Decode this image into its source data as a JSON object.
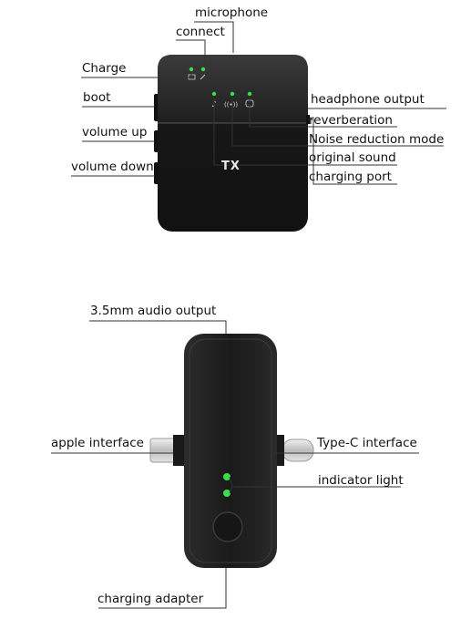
{
  "transmitter": {
    "tx_mark": "TX",
    "labels": {
      "microphone": "microphone",
      "connect": "connect",
      "charge": "Charge",
      "boot": "boot",
      "volume_up": "volume up",
      "volume_down": "volume down",
      "headphone_output": "headphone output",
      "reverberation": "reverberation",
      "noise_reduction": "Noise reduction mode",
      "original_sound": "original sound",
      "charging_port": "charging port"
    }
  },
  "receiver": {
    "labels": {
      "audio_output": "3.5mm audio output",
      "apple_interface": "apple interface",
      "type_c_interface": "Type-C interface",
      "indicator_light": "indicator light",
      "charging_adapter": "charging adapter"
    }
  },
  "colors": {
    "device_body": "#1c1c1c",
    "device_top": "#2a2a2a",
    "led_green": "#3ddc4a",
    "leader_line": "#333333",
    "metal": "#c9c9c9"
  }
}
